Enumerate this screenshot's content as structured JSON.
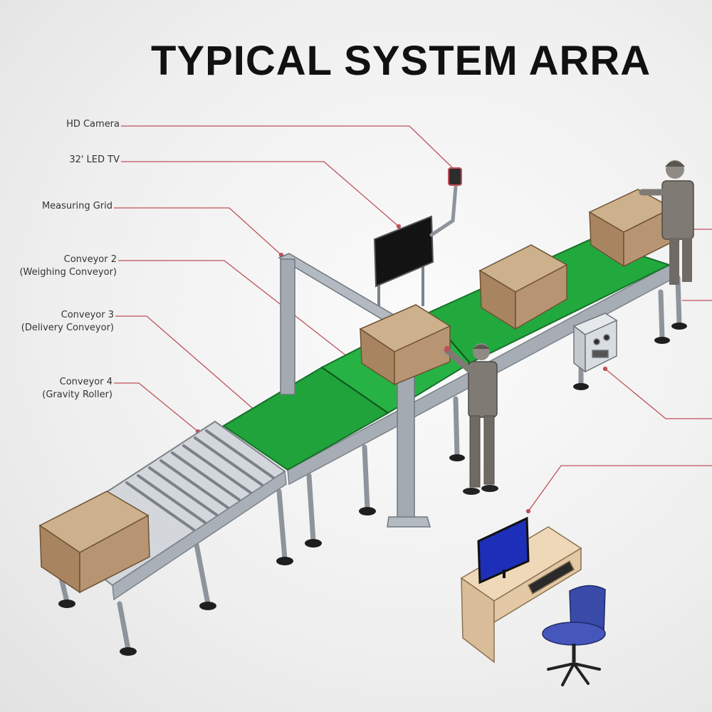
{
  "title": "TYPICAL SYSTEM ARRA",
  "callouts": [
    {
      "id": "hd-camera",
      "line1": "HD Camera",
      "line2": ""
    },
    {
      "id": "led-tv",
      "line1": "32' LED TV",
      "line2": ""
    },
    {
      "id": "measuring-grid",
      "line1": "Measuring Grid",
      "line2": ""
    },
    {
      "id": "conveyor-2",
      "line1": "Conveyor 2",
      "line2": "(Weighing Conveyor)"
    },
    {
      "id": "conveyor-3",
      "line1": "Conveyor 3",
      "line2": "(Delivery Conveyor)"
    },
    {
      "id": "conveyor-4",
      "line1": "Conveyor 4",
      "line2": "(Gravity Roller)"
    }
  ],
  "colors": {
    "belt": "#1fa33a",
    "frame": "#9aa2aa",
    "box": "#b89572",
    "leader": "#c0505a",
    "screen": "#1d2fb8",
    "chair": "#3a4aa8"
  }
}
